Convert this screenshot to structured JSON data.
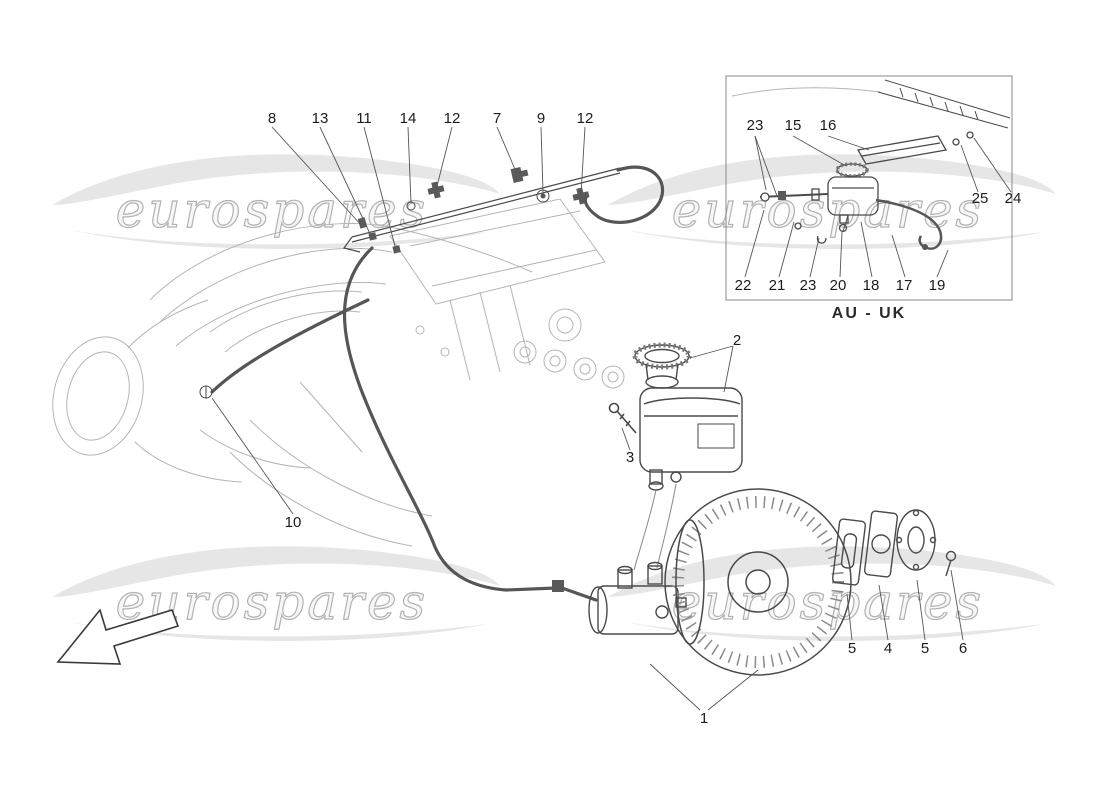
{
  "diagram": {
    "watermark": "eurospares",
    "inset_variant_label": "AU - UK"
  },
  "callouts": {
    "top_row": [
      "8",
      "13",
      "11",
      "14",
      "12",
      "7",
      "9",
      "12"
    ],
    "reservoir": [
      "2",
      "3"
    ],
    "hose_clamp": [
      "10"
    ],
    "servo_assembly": [
      "1"
    ],
    "servo_plates": [
      "5",
      "4",
      "5",
      "6"
    ],
    "inset_top": [
      "23",
      "15",
      "16"
    ],
    "inset_bracket": [
      "25",
      "24"
    ],
    "inset_bottom": [
      "22",
      "21",
      "23",
      "20",
      "18",
      "17",
      "19"
    ]
  }
}
